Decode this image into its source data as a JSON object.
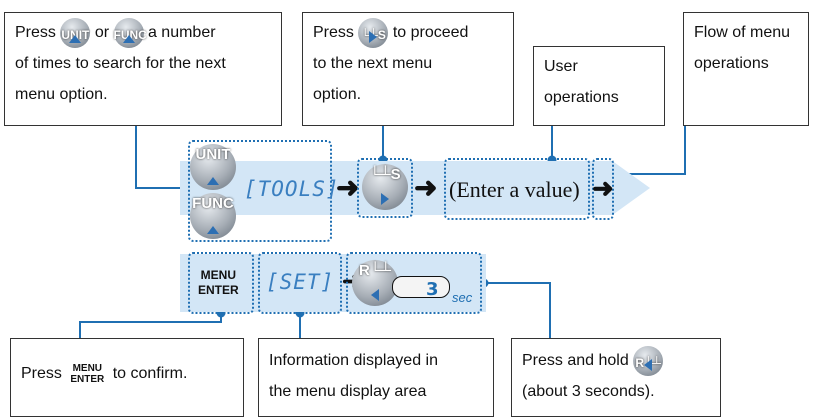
{
  "callouts": {
    "search": {
      "press": "Press",
      "or": "or",
      "rest_line1": "a number",
      "line2": "of times to search for the next",
      "line3": "menu option."
    },
    "proceed": {
      "press": "Press",
      "rest_line1": "to proceed",
      "line2": "to the next menu",
      "line3": "option."
    },
    "user_ops": {
      "line1": "User",
      "line2": "operations"
    },
    "flow": {
      "line1": "Flow of menu",
      "line2": "operations"
    },
    "confirm": {
      "press": "Press",
      "rest": "to confirm."
    },
    "info": {
      "line1": "Information displayed in",
      "line2": "the menu display area"
    },
    "hold": {
      "line1": "Press and hold",
      "line2": "(about 3 seconds)."
    }
  },
  "buttons": {
    "unit": "UNIT",
    "func": "FUNC",
    "s": "└┴S",
    "r": "R└┴",
    "menu": "MENU",
    "enter": "ENTER"
  },
  "display": {
    "tools": "[TOOLS]",
    "enter_value": "(Enter a value)",
    "set": "[SET]",
    "hold_seconds": "3",
    "hold_unit": "sec"
  },
  "colors": {
    "accent": "#1f6fb2",
    "band": "#d3e6f6",
    "lcd": "#3a7fc0"
  },
  "icons": [
    "unit-button-icon",
    "func-button-icon",
    "s-button-icon",
    "r-button-icon",
    "menu-enter-icon",
    "arrow-right-icon",
    "finger-press-icon"
  ]
}
